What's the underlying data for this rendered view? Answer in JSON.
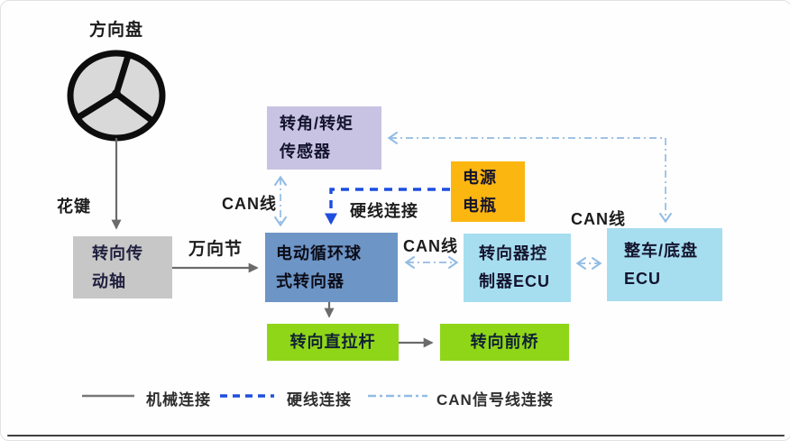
{
  "title": "方向盘",
  "nodes": {
    "sensor": {
      "line1": "转角/转矩",
      "line2": "传感器"
    },
    "battery": {
      "line1": "电源",
      "line2": "电瓶"
    },
    "shaft": {
      "line1": "转向传",
      "line2": "动轴"
    },
    "gear": {
      "line1": "电动循环球",
      "line2": "式转向器"
    },
    "controller_ecu": {
      "line1": "转向器控",
      "line2": "制器ECU"
    },
    "vehicle_ecu": {
      "line1": "整车/底盘",
      "line2": "ECU"
    },
    "drag_link": {
      "label": "转向直拉杆"
    },
    "front_axle": {
      "label": "转向前桥"
    }
  },
  "edge_labels": {
    "spline": "花键",
    "universal_joint": "万向节",
    "can_sensor": "CAN线",
    "hard_wire": "硬线连接",
    "can_gear_ecu": "CAN线",
    "can_vehicle": "CAN线"
  },
  "legend": {
    "mechanical": "机械连接",
    "hard_wire": "硬线连接",
    "can": "CAN信号线连接"
  },
  "colors": {
    "sensor_bg": "#c8c2e3",
    "battery_bg": "#fcb610",
    "shaft_bg": "#c7c7c7",
    "gear_bg": "#6d95c6",
    "ecu_bg": "#a6def0",
    "green_bg": "#8fd619",
    "mechanical_line": "#6b6b6b",
    "hard_wire_line": "#1d4ede",
    "can_line": "#92bbe5"
  }
}
